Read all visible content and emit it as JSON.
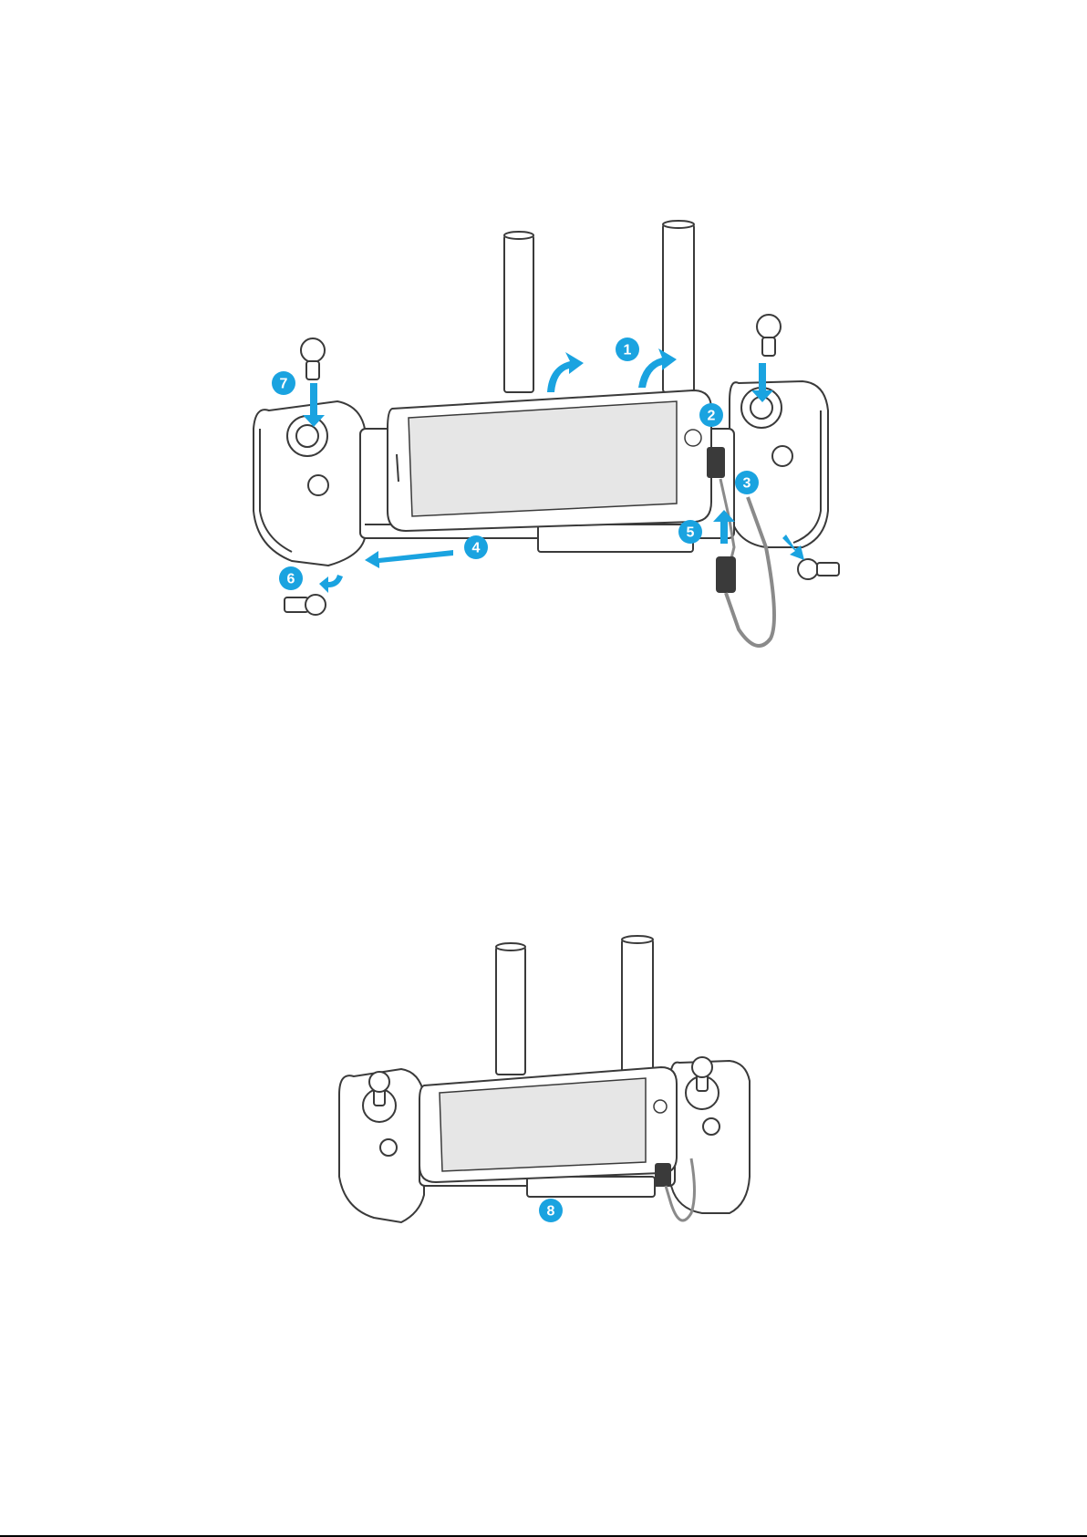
{
  "figure_top": {
    "steps": [
      "1",
      "2",
      "3",
      "4",
      "5",
      "6",
      "7"
    ]
  },
  "figure_bottom": {
    "steps": [
      "8"
    ]
  },
  "colors": {
    "accent": "#1aa3e0",
    "line": "#3a3a3a",
    "body_fill": "#ffffff",
    "screen_fill": "#e6e6e6",
    "cable": "#8a8a8a"
  }
}
